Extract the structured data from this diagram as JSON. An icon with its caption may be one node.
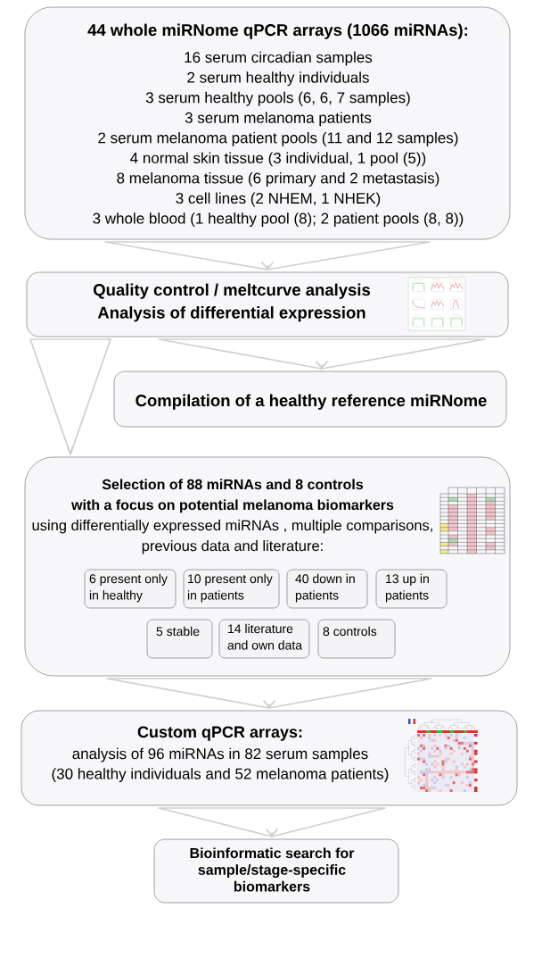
{
  "diagram": {
    "nodes": [
      {
        "text": [
          "44 whole miRNome qPCR arrays (1066 miRNAs):",
          "16 serum circadian samples",
          "2 serum healthy individuals",
          "3 serum healthy pools (6, 6, 7 samples)",
          "3 serum melanoma patients",
          "2 serum melanoma patient pools (11 and 12 samples)",
          "4 normal skin tissue (3 individual, 1 pool (5))",
          "8 melanoma tissue (6 primary and 2 metastasis)",
          "3 cell lines (2 NHEM, 1 NHEK)",
          "3 whole blood (1 healthy pool (8); 2 patient pools (8, 8))"
        ]
      },
      {
        "text": [
          "Quality control / meltcurve analysis",
          "Analysis of differential expression"
        ]
      },
      {
        "text": [
          "Compilation of a healthy reference miRNome"
        ]
      },
      {
        "text": [
          "Selection of 88 miRNAs and 8 controls with a focus on potential melanoma biomarkers",
          "using differentially expressed miRNAs , multiple comparisons, previous data and literature:"
        ]
      },
      {
        "text": [
          "6 present only in healthy"
        ],
        "in": 3
      },
      {
        "text": [
          "10 present only in patients"
        ],
        "in": 3
      },
      {
        "text": [
          "40 down in patients"
        ],
        "in": 3
      },
      {
        "text": [
          "13 up in patients"
        ],
        "in": 3
      },
      {
        "text": [
          "5 stable"
        ],
        "in": 3
      },
      {
        "text": [
          "14 literature and own data"
        ],
        "in": 3
      },
      {
        "text": [
          "8 controls"
        ],
        "in": 3
      },
      {
        "text": [
          "Custom qPCR arrays:",
          "analysis of 96 miRNAs in 82 serum samples (30 healthy individuals and 52 melanoma patients)"
        ]
      },
      {
        "text": [
          "Bioinformatic search for sample/stage-specific biomarkers"
        ]
      }
    ],
    "edges": [
      {
        "from": 0,
        "to": 1,
        "arrow": "to"
      },
      {
        "from": 1,
        "to": 2,
        "arrow": "to"
      },
      {
        "from": 1,
        "to": 3,
        "arrow": "to"
      },
      {
        "from": 3,
        "to": 11,
        "arrow": "to"
      },
      {
        "from": 11,
        "to": 12,
        "arrow": "to"
      }
    ]
  }
}
